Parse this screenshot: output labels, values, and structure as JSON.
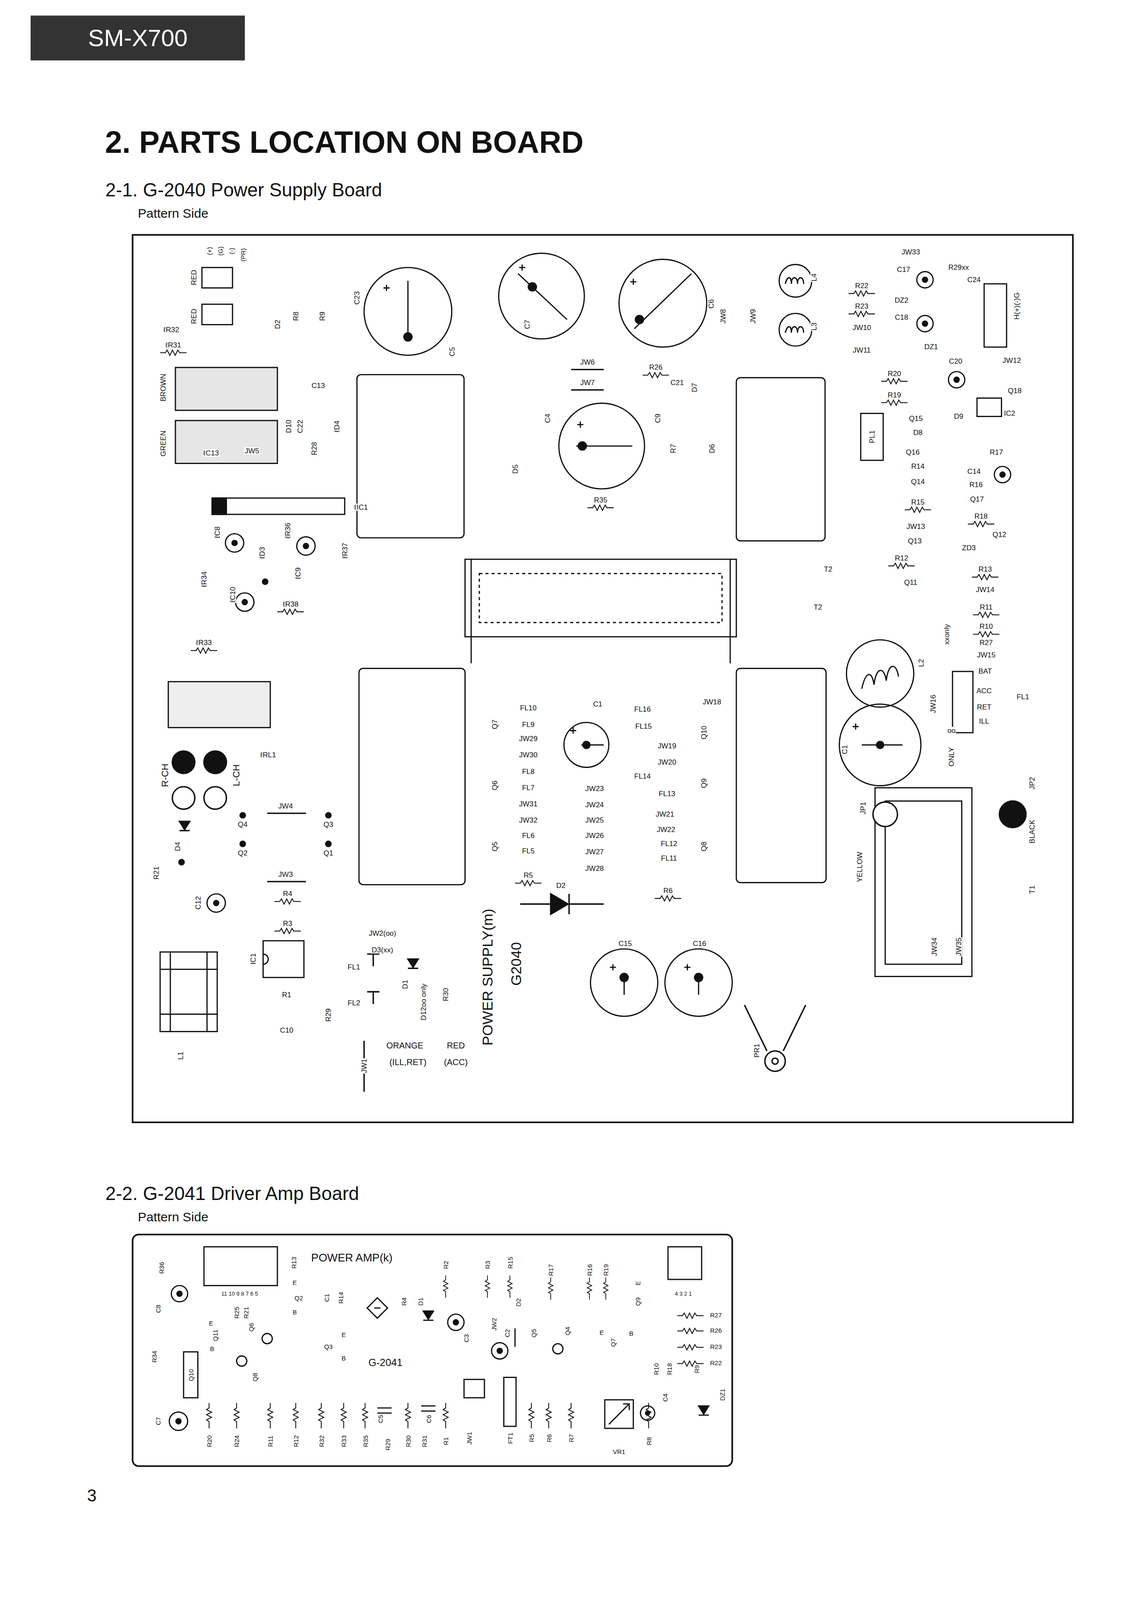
{
  "diagram": {
    "title": "2. PARTS LOCATION ON BOARD",
    "nodes": [
      {
        "text": [
          "SM-X700"
        ]
      },
      {
        "text": [
          "2-1. G-2040 Power Supply Board",
          "Pattern Side"
        ]
      },
      {
        "text": [
          "2-2. G-2041 Driver Amp Board",
          "Pattern Side"
        ]
      }
    ],
    "labels": [
      "(+)",
      "(G)",
      "(-)",
      "(PR)",
      "RED",
      "RED",
      "ℓR32",
      "ℓR31",
      "D2",
      "R8",
      "R9",
      "C23",
      "BROWN",
      "C13",
      "GREEN",
      "D10",
      "C22",
      "R28",
      "ℓD4",
      "ℓC13",
      "JW5",
      "ℓIC1",
      "ℓC8",
      "ℓD3",
      "ℓR36",
      "ℓC9",
      "ℓR37",
      "ℓR34",
      "ℓC10",
      "ℓR38",
      "ℓR33",
      "C5",
      "C7",
      "C6",
      "JW8",
      "JW9",
      "L4",
      "L3",
      "JW6",
      "JW7",
      "R26",
      "C21",
      "D7",
      "C4",
      "C9",
      "R7",
      "D6",
      "D5",
      "R35",
      "JW33",
      "C17",
      "R29xx",
      "C24",
      "R22",
      "R23",
      "JW10",
      "DZ2",
      "C18",
      "DZ1",
      "JW11",
      "H(+)(-)G",
      "C20",
      "JW12",
      "R20",
      "R19",
      "Q18",
      "Q15",
      "D9",
      "IC2",
      "PL1",
      "D8",
      "Q16",
      "R17",
      "R14",
      "C14",
      "R16",
      "Q14",
      "Q17",
      "R15",
      "R18",
      "JW13",
      "Q12",
      "Q13",
      "ZD3",
      "R12",
      "R13",
      "Q11",
      "JW14",
      "T2",
      "T2",
      "R11",
      "R10",
      "R27",
      "JW15",
      "L2",
      "xxonly",
      "BAT",
      "ACC",
      "FL1",
      "RET",
      "ILL",
      "JW16",
      "oo",
      "ONLY",
      "C1",
      "JP1",
      "YELLOW",
      "JP2",
      "BLACK",
      "T1",
      "JW34",
      "JW35",
      "Q7",
      "FL10",
      "FL9",
      "JW29",
      "JW30",
      "FL8",
      "FL7",
      "JW31",
      "JW32",
      "FL6",
      "FL5",
      "R5",
      "Q6",
      "Q5",
      "C1",
      "FL16",
      "FL15",
      "JW18",
      "JW19",
      "JW20",
      "FL14",
      "FL13",
      "JW21",
      "JW22",
      "FL12",
      "FL11",
      "R6",
      "Q10",
      "Q9",
      "Q8",
      "JW23",
      "JW24",
      "JW25",
      "JW26",
      "JW27",
      "JW28",
      "D2",
      "POWER SUPPLY(m)",
      "G2040",
      "C15",
      "C16",
      "PR1",
      "ℓRL1",
      "R-CH",
      "L-CH",
      "JW4",
      "Q4",
      "Q3",
      "Q2",
      "Q1",
      "D4",
      "R21",
      "JW3",
      "R4",
      "C12",
      "R3",
      "IC1",
      "R1",
      "C10",
      "L1",
      "R29",
      "FL1",
      "FL2",
      "JW1",
      "JW2(oo)",
      "D3(xx)",
      "D1",
      "D12oo only",
      "R30",
      "ORANGE",
      "RED",
      "(ILL,RET)",
      "(ACC)",
      "R36",
      "R13",
      "POWER AMP(k)",
      "R2",
      "R3",
      "R15",
      "R17",
      "R16",
      "R19",
      "11 10 9 8 7 6 5",
      "E",
      "Q2",
      "B",
      "C1",
      "R14",
      "R4",
      "D1",
      "D2",
      "E",
      "Q9",
      "4 3 2 1",
      "C8",
      "R25",
      "R21",
      "E",
      "Q11",
      "B",
      "Q6",
      "C3",
      "JW2",
      "C2",
      "Q5",
      "Q4",
      "E",
      "Q7",
      "B",
      "R27",
      "R26",
      "R23",
      "R22",
      "R34",
      "Q10",
      "E",
      "Q3",
      "B",
      "G-2041",
      "R10",
      "R18",
      "R9",
      "Q8",
      "C7",
      "C5",
      "C6",
      "C4",
      "DZ1",
      "R20",
      "R24",
      "R11",
      "R12",
      "R32",
      "R33",
      "R35",
      "R29",
      "R30",
      "R31",
      "R1",
      "JW1",
      "FT1",
      "R5",
      "R6",
      "R7",
      "VR1",
      "R8",
      "3"
    ]
  }
}
